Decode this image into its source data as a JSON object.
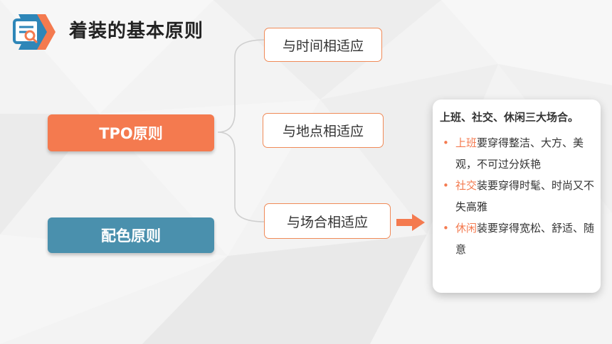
{
  "title": "着装的基本原则",
  "icon": "document-magnifier-icon",
  "principles": {
    "tpo": "TPO原则",
    "color": "配色原则"
  },
  "branches": [
    "与时间相适应",
    "与地点相适应",
    "与场合相适应"
  ],
  "card": {
    "heading": "上班、社交、休闲三大场合。",
    "items": [
      {
        "hl": "上班",
        "text": "要穿得整洁、大方、美观，不可过分妖艳"
      },
      {
        "hl": "社交",
        "text": "装要穿得时髦、时尚又不失高雅"
      },
      {
        "hl": "休闲",
        "text": "装要穿得宽松、舒适、随意"
      }
    ]
  },
  "colors": {
    "orange": "#f47a4f",
    "blue": "#4a90ad",
    "pill_border": "#f08a57"
  }
}
